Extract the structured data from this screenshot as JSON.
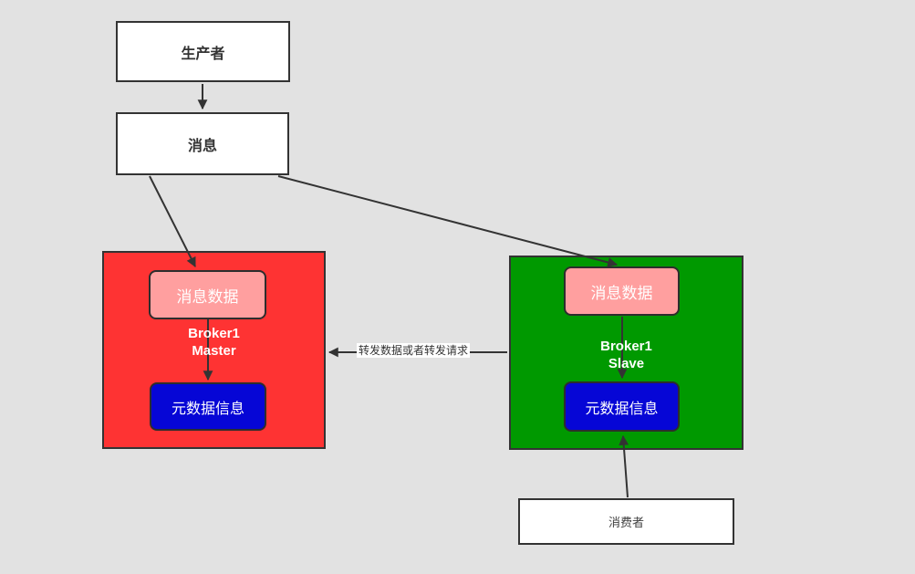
{
  "colors": {
    "background": "#e2e2e2",
    "node_fill": "#ffffff",
    "border": "#333333",
    "master_fill": "#fe3333",
    "slave_fill": "#009900",
    "message_data_fill": "#ff9f9f",
    "metadata_fill": "#0606d6",
    "arrow": "#333333",
    "text_dark": "#333333",
    "text_light": "#ffffff"
  },
  "nodes": {
    "producer": {
      "label": "生产者"
    },
    "message": {
      "label": "消息"
    },
    "consumer": {
      "label": "消费者"
    },
    "broker_master": {
      "name_line1": "Broker1",
      "name_line2": "Master",
      "message_data_label": "消息数据",
      "metadata_label": "元数据信息"
    },
    "broker_slave": {
      "name_line1": "Broker1",
      "name_line2": "Slave",
      "message_data_label": "消息数据",
      "metadata_label": "元数据信息"
    }
  },
  "edges": {
    "forward_label": "转发数据或者转发请求"
  }
}
